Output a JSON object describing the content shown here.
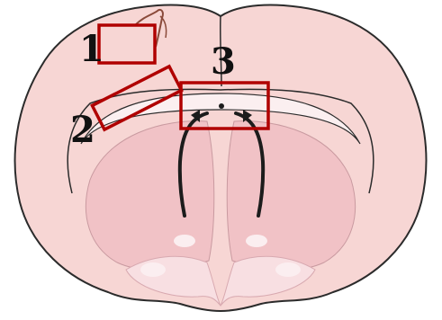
{
  "colors": {
    "cortex": "#f7d6d4",
    "outline": "#2b2b2b",
    "inner_tissue": "#f1c2c6",
    "inner_pale": "#f8dfe2",
    "corpus_callosum": "#fbeff0",
    "ventricle": "#1c1c1c",
    "vessel": "#8a4a3a",
    "box": "#b00000",
    "label": "#111111"
  },
  "regions": [
    {
      "id": "1",
      "label": "1",
      "shape": "square-box"
    },
    {
      "id": "2",
      "label": "2",
      "shape": "rotated-box"
    },
    {
      "id": "3",
      "label": "3",
      "shape": "wide-box"
    }
  ]
}
